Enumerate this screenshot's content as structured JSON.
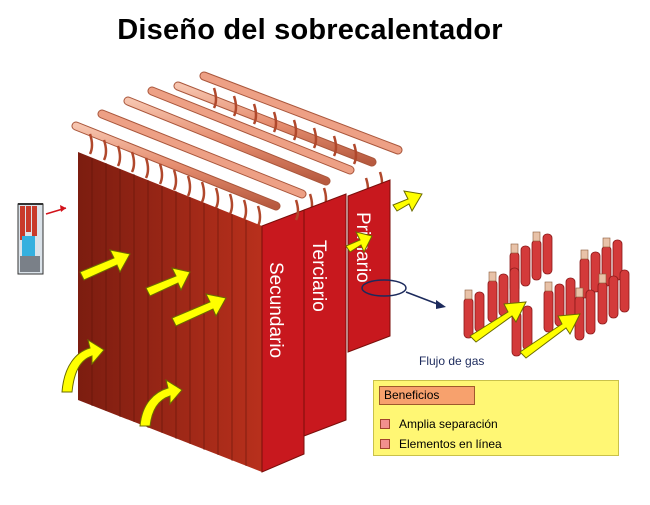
{
  "title": "Diseño del sobrecalentador",
  "sections": {
    "secondary": "Secundario",
    "tertiary": "Terciario",
    "primary": "Primario"
  },
  "flow_label": "Flujo de gas",
  "benefits": {
    "header": "Beneficios",
    "items": [
      "Amplia separación",
      "Elementos en línea"
    ]
  },
  "colors": {
    "panel_red": "#c8181e",
    "panel_dark": "#8e1a12",
    "header_pipe": "#e8967a",
    "flow_arrow": "#ffff00",
    "callout_blue": "#1c2a5c",
    "box_yellow": "#fff774",
    "header_orange": "#f7a16d"
  }
}
